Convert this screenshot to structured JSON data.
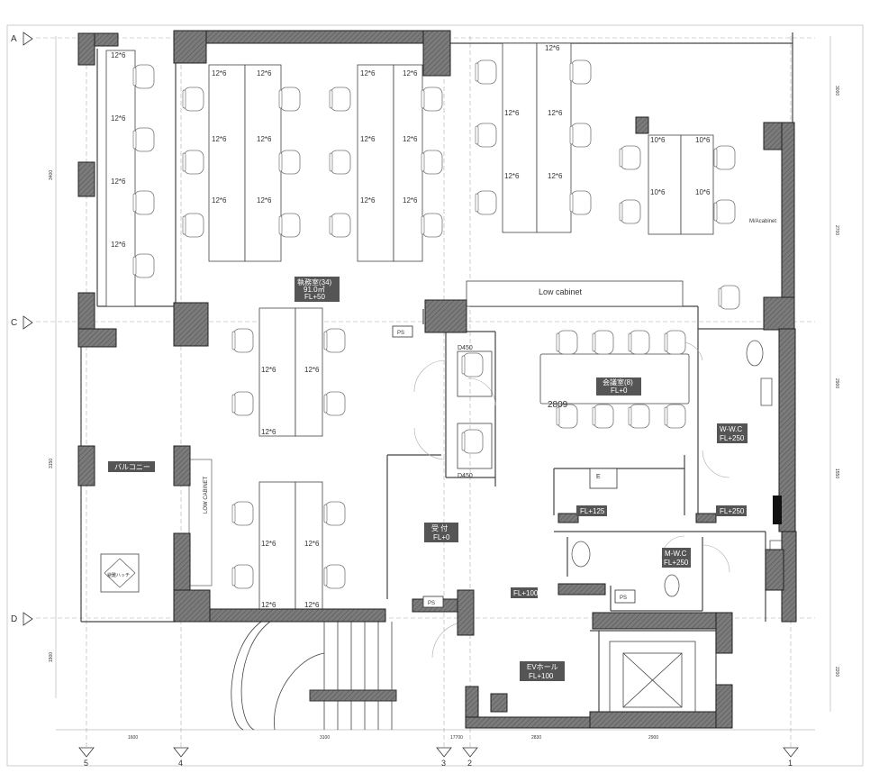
{
  "grid": {
    "rows": [
      "A",
      "C",
      "D"
    ],
    "cols": [
      "5",
      "4",
      "3",
      "2",
      "1"
    ]
  },
  "rooms": {
    "office_name": "執務室(34)",
    "office_area": "91.0㎡",
    "office_fl": "FL+50",
    "meeting_name": "会議室(8)",
    "meeting_fl": "FL+0",
    "ww_name": "W-W.C",
    "ww_fl": "FL+250",
    "mw_name": "M-W.C",
    "mw_fl": "FL+250",
    "reception_name": "受 付",
    "reception_fl": "FL+0",
    "ev_name": "EVホール",
    "ev_fl": "FL+100",
    "balcony": "バルコニー",
    "hatch": "避難ハッチ"
  },
  "labels": {
    "low_cabinet": "Low cabinet",
    "low_cabinet_vertical": "LOW CABINET",
    "macabinet": "M/Acabinet",
    "d450_top": "D450",
    "d450_bottom": "D450",
    "dim_2809": "2809",
    "fl125": "FL+125",
    "fl250": "FL+250",
    "fl100": "FL+100",
    "ps1": "PS",
    "ps2": "PS",
    "ps3": "PS",
    "e": "E"
  },
  "desks": {
    "d12x6": "12*6",
    "d10x6": "10*6"
  },
  "dimensions": {
    "bottom": [
      "1600",
      "3100",
      "17700",
      "2830",
      "2900"
    ],
    "right": [
      "3000",
      "2700",
      "2900",
      "1550",
      "2200"
    ],
    "left": [
      "3400",
      "3150",
      "1900"
    ]
  }
}
